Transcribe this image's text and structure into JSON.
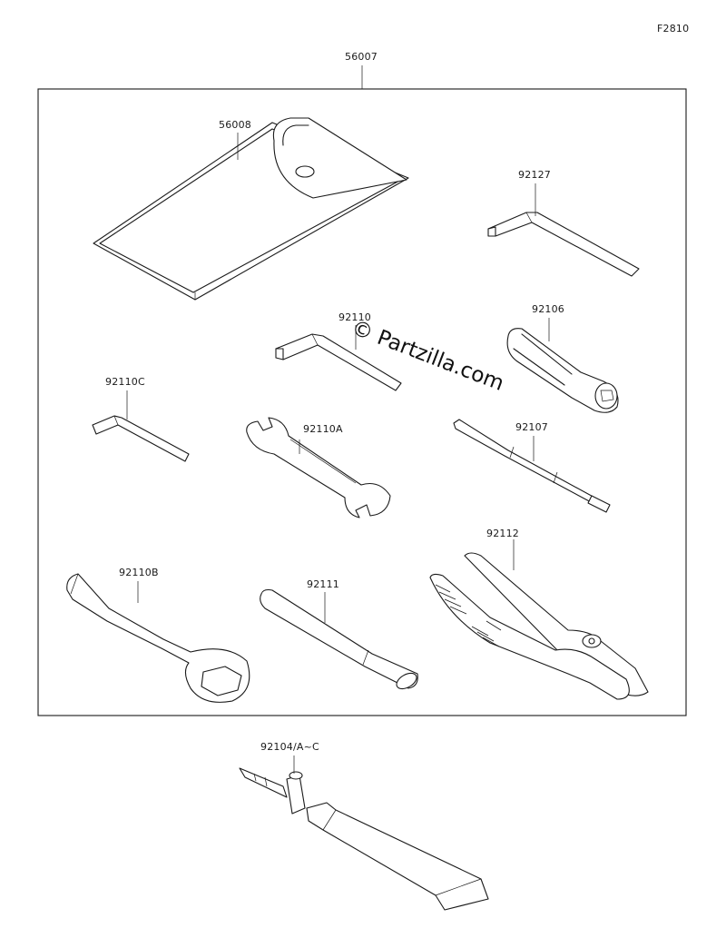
{
  "figure_code": "F2810",
  "watermark": "© Partzilla.com",
  "callouts": {
    "kit": "56007",
    "pouch": "56008",
    "hex_wrench_large": "92127",
    "hex_wrench_mid": "92110",
    "socket_handle": "92106",
    "hex_wrench_small": "92110C",
    "open_wrench": "92110A",
    "screwdriver": "92107",
    "ring_wrench": "92110B",
    "handle_bar": "92111",
    "pliers": "92112",
    "valve_tube": "92104/A~C"
  }
}
